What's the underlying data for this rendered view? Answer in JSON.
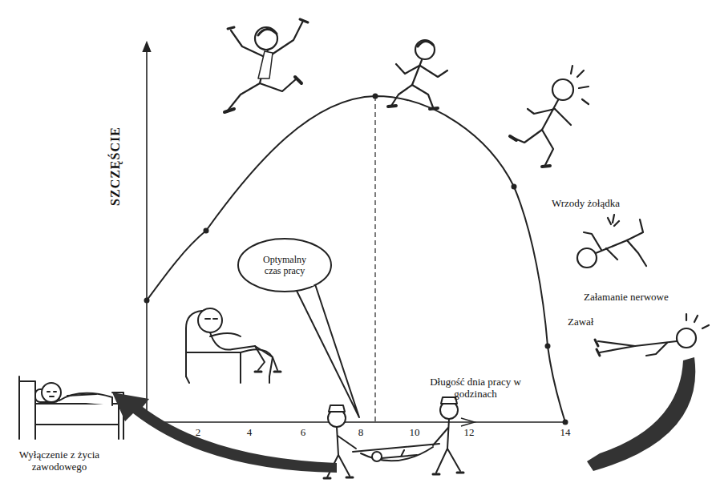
{
  "diagram": {
    "nodes": [
      {
        "text": [
          "Optymalny czas pracy"
        ]
      }
    ],
    "labels": [
      "SZCZĘŚCIE",
      "2",
      "4",
      "6",
      "8",
      "10",
      "12",
      "14",
      "Długość dnia pracy w godzinach",
      "Wrzody żołądka",
      "Załamanie nerwowe",
      "Zawał",
      "Wyłączenie z życia zawodowego"
    ]
  }
}
